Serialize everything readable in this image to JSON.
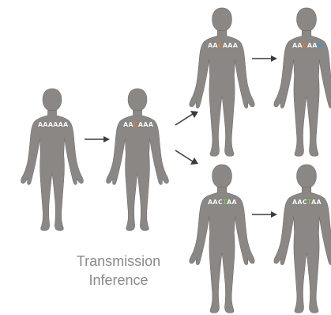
{
  "colors": {
    "figure": "#8a8785",
    "figure_edge": "#6f6c6a",
    "base": "#ffffff",
    "mut_C": "#f08a3c",
    "mut_T": "#7fd04a",
    "mut_G": "#4aa8e8",
    "arrow": "#3a3a3a",
    "caption": "#8a8a8a"
  },
  "figures": [
    {
      "id": "gen0",
      "seq": [
        {
          "b": "A",
          "m": false
        },
        {
          "b": "A",
          "m": false
        },
        {
          "b": "A",
          "m": false
        },
        {
          "b": "A",
          "m": false
        },
        {
          "b": "A",
          "m": false
        },
        {
          "b": "A",
          "m": false
        }
      ]
    },
    {
      "id": "gen1",
      "seq": [
        {
          "b": "A",
          "m": false
        },
        {
          "b": "A",
          "m": false
        },
        {
          "b": "C",
          "m": true
        },
        {
          "b": "A",
          "m": false
        },
        {
          "b": "A",
          "m": false
        },
        {
          "b": "A",
          "m": false
        }
      ]
    },
    {
      "id": "gen2-top",
      "seq": [
        {
          "b": "A",
          "m": false
        },
        {
          "b": "A",
          "m": false
        },
        {
          "b": "C",
          "m": true
        },
        {
          "b": "A",
          "m": false
        },
        {
          "b": "A",
          "m": false
        },
        {
          "b": "A",
          "m": false
        }
      ]
    },
    {
      "id": "gen3-top",
      "seq": [
        {
          "b": "A",
          "m": false
        },
        {
          "b": "A",
          "m": false
        },
        {
          "b": "C",
          "m": true
        },
        {
          "b": "A",
          "m": false
        },
        {
          "b": "A",
          "m": false
        },
        {
          "b": "G",
          "m": true
        }
      ]
    },
    {
      "id": "gen2-bottom",
      "seq": [
        {
          "b": "A",
          "m": false
        },
        {
          "b": "A",
          "m": false
        },
        {
          "b": "C",
          "m": false
        },
        {
          "b": "T",
          "m": true
        },
        {
          "b": "A",
          "m": false
        },
        {
          "b": "A",
          "m": false
        }
      ]
    },
    {
      "id": "gen3-bottom",
      "seq": [
        {
          "b": "A",
          "m": false
        },
        {
          "b": "A",
          "m": false
        },
        {
          "b": "C",
          "m": false
        },
        {
          "b": "T",
          "m": true
        },
        {
          "b": "A",
          "m": false
        },
        {
          "b": "A",
          "m": false
        }
      ]
    }
  ],
  "caption": {
    "line1": "Transmission",
    "line2": "Inference"
  }
}
